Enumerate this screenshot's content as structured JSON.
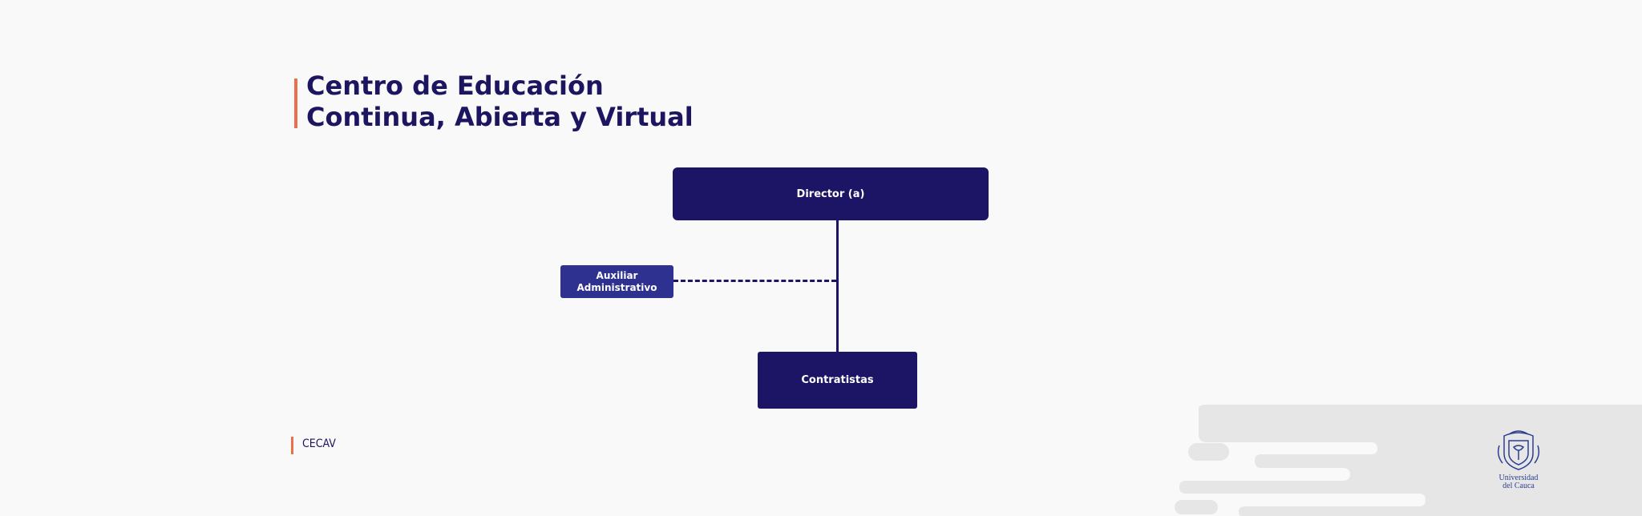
{
  "header": {
    "title_line1": "Centro de Educación",
    "title_line2": "Continua, Abierta y Virtual"
  },
  "org_chart": {
    "director": "Director (a)",
    "auxiliar_line1": "Auxiliar",
    "auxiliar_line2": "Administrativo",
    "contratistas": "Contratistas"
  },
  "footer": {
    "label": "CECAV",
    "logo_line1": "Universidad",
    "logo_line2": "del Cauca"
  },
  "colors": {
    "primary": "#1c1566",
    "secondary": "#2e318f",
    "accent": "#e8704a",
    "background": "#f9f9f9",
    "decor": "#e6e6e6"
  }
}
